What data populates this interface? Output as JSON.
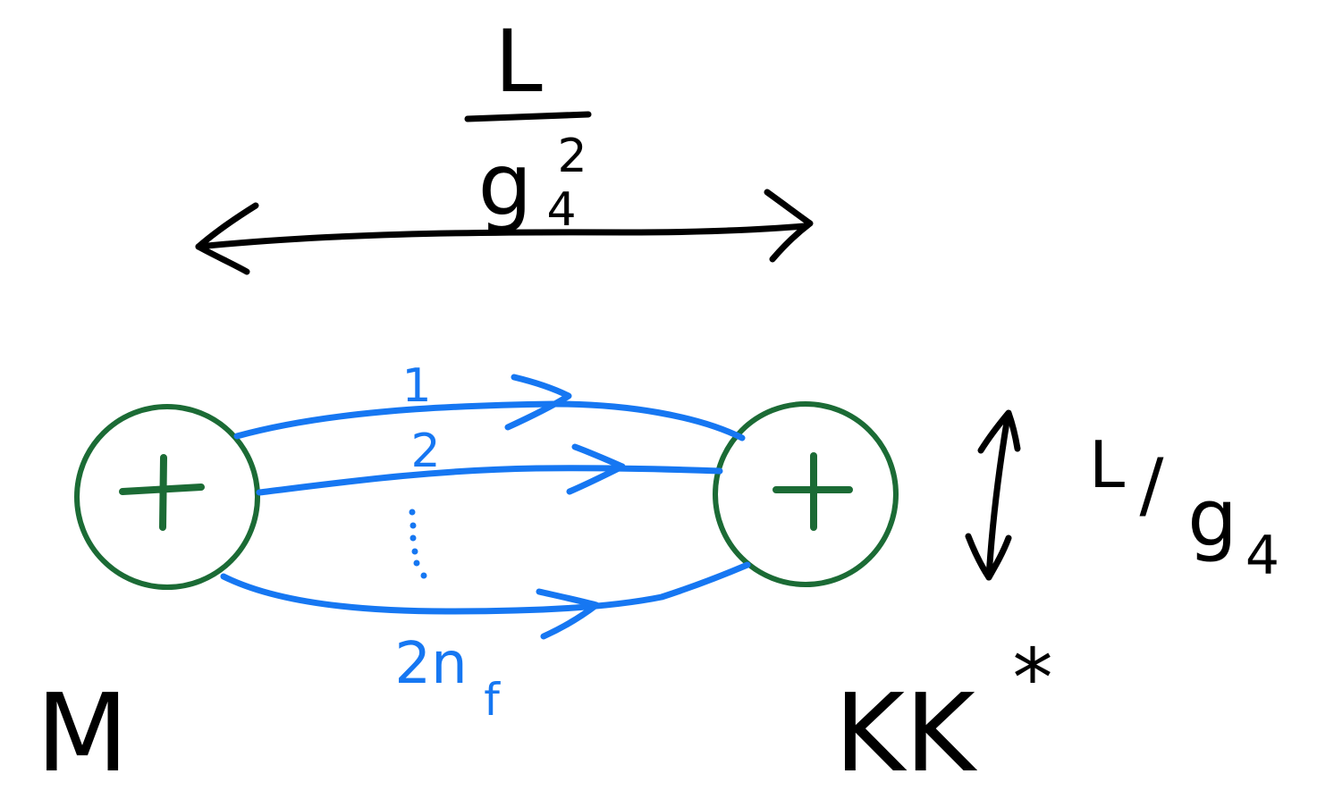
{
  "colors": {
    "ink": "#000000",
    "monopole": "#1b6b35",
    "flux": "#1677f2",
    "background": "#ffffff"
  },
  "separation": {
    "numerator": "L",
    "denominator_base": "g",
    "denominator_subscript": "4",
    "denominator_superscript": "2"
  },
  "size": {
    "numerator": "L",
    "slash": "/",
    "base": "g",
    "subscript": "4"
  },
  "monopoles": [
    {
      "charge": "+",
      "label": "M"
    },
    {
      "charge": "+",
      "label": "KK",
      "superscript": "*"
    }
  ],
  "flux_lines": [
    {
      "label": "1"
    },
    {
      "label": "2"
    },
    {
      "label": "2n",
      "subscript": "f"
    }
  ]
}
